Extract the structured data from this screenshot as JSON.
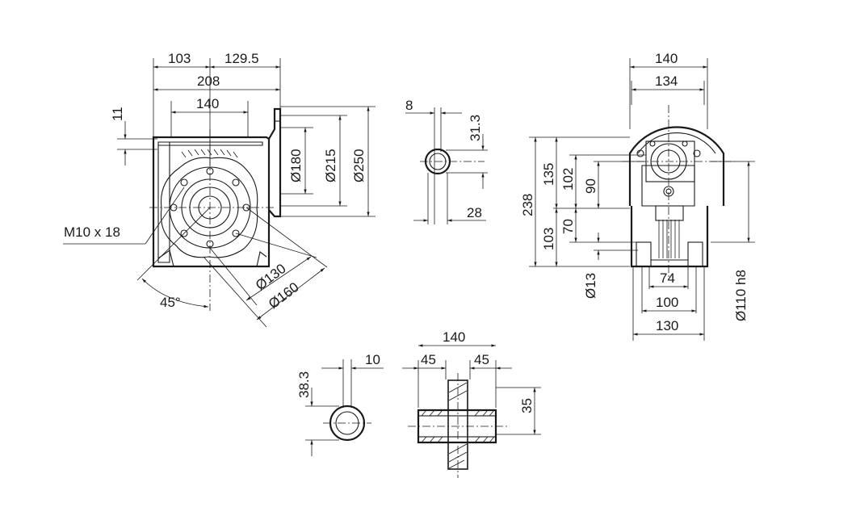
{
  "front_view": {
    "width_left": "103",
    "width_right": "129.5",
    "width_total": "208",
    "foot_spacing": "140",
    "flange_offset": "11",
    "thread_callout": "M10 x 18",
    "angle": "45°",
    "dia_130": "Ø130",
    "dia_160": "Ø160",
    "dia_180": "Ø180",
    "dia_215": "Ø215",
    "dia_250": "Ø250"
  },
  "shaft_keyway_small": {
    "key_width": "8",
    "key_height": "31.3",
    "bore": "28"
  },
  "side_view": {
    "width_140": "140",
    "width_134": "134",
    "height_238": "238",
    "height_135": "135",
    "height_102": "102",
    "height_90": "90",
    "height_103": "103",
    "height_70": "70",
    "hole_dia": "Ø13",
    "base_74": "74",
    "base_100": "100",
    "base_130": "130",
    "pilot_dia": "Ø110 h8"
  },
  "hollow_shaft": {
    "key_height": "38.3",
    "key_width": "10",
    "length_total": "140",
    "length_left": "45",
    "length_right": "45",
    "bore": "35"
  }
}
